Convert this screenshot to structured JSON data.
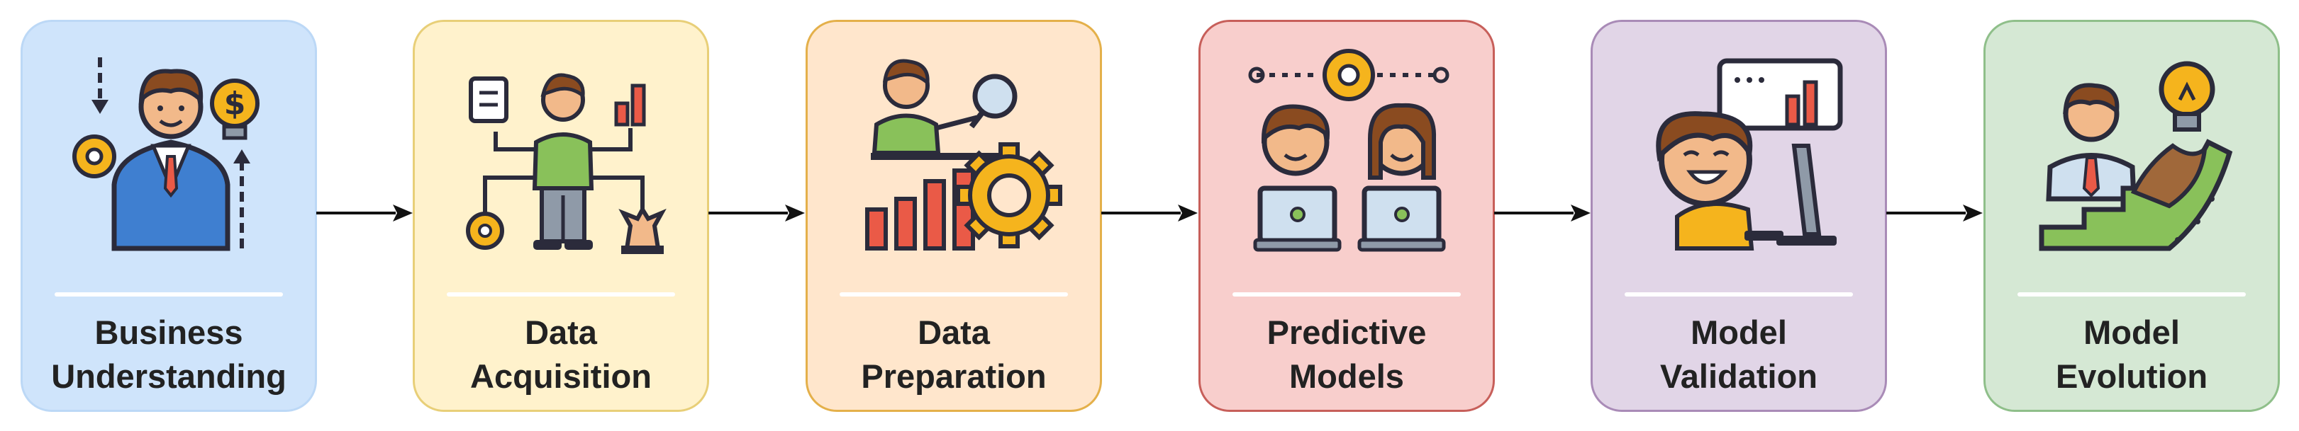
{
  "steps": [
    {
      "line1": "Business",
      "line2": "Understanding",
      "fill": "#cfe4fb",
      "border": "#bcd8f6",
      "icon": "businessman-gear-dollar-icon"
    },
    {
      "line1": "Data",
      "line2": "Acquisition",
      "fill": "#fff2cc",
      "border": "#e8cf78",
      "icon": "person-data-network-icon"
    },
    {
      "line1": "Data",
      "line2": "Preparation",
      "fill": "#ffe6cc",
      "border": "#e4b04a",
      "icon": "analyst-chart-gear-icon"
    },
    {
      "line1": "Predictive",
      "line2": "Models",
      "fill": "#f8cecc",
      "border": "#c75f5a",
      "icon": "team-laptops-gear-icon"
    },
    {
      "line1": "Model",
      "line2": "Validation",
      "fill": "#e1d5e7",
      "border": "#a98bb7",
      "icon": "person-monitor-chart-icon"
    },
    {
      "line1": "Model",
      "line2": "Evolution",
      "fill": "#d5e8d4",
      "border": "#8fbf8a",
      "icon": "person-growth-bulb-icon"
    }
  ],
  "colors": {
    "outline": "#2b2b3b",
    "skin": "#f2b98a",
    "hair": "#8a4b20",
    "gear": "#f5b41d",
    "blue": "#3f7fd0",
    "green": "#89c15a",
    "red": "#ea5a47",
    "gray": "#8f9aa8",
    "light": "#cfe0ef"
  }
}
